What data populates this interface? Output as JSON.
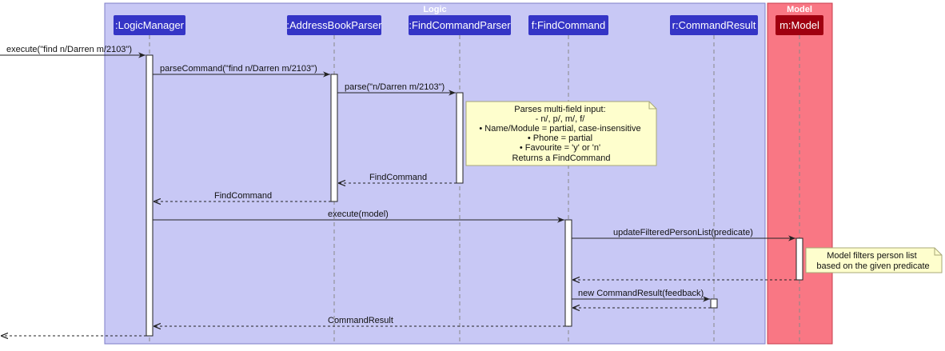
{
  "colors": {
    "logic_box_fill": "#c8c8f5",
    "logic_box_border": "#7e7ec8",
    "logic_title": "#ffffff",
    "model_box_fill": "#f97784",
    "model_box_border": "#c83c4c",
    "model_title": "#ffffff",
    "participant_logic": "#3535c6",
    "participant_model": "#a00010",
    "note_fill": "#fefecd",
    "note_border": "#a8a878",
    "lifeline": "#888888",
    "arrow": "#222222"
  },
  "boxes": {
    "logic_title": "Logic",
    "model_title": "Model"
  },
  "participants": {
    "logic_manager": ":LogicManager",
    "address_book_parser": ":AddressBookParser",
    "find_command_parser": ":FindCommandParser",
    "find_command": "f:FindCommand",
    "command_result": "r:CommandResult",
    "model": "m:Model"
  },
  "messages": {
    "m1": "execute(\"find n/Darren m/2103\")",
    "m2": "parseCommand(\"find n/Darren m/2103\")",
    "m3": "parse(\"n/Darren m/2103\")",
    "m4": "FindCommand",
    "m5": "FindCommand",
    "m6": "execute(model)",
    "m7": "updateFilteredPersonList(predicate)",
    "m9": "new CommandResult(feedback)",
    "m11": "CommandResult"
  },
  "notes": {
    "parser_note": [
      "Parses multi-field input:",
      "- n/, p/, m/, f/",
      "• Name/Module = partial, case-insensitive",
      "• Phone = partial",
      "• Favourite = 'y' or 'n'",
      "Returns a FindCommand"
    ],
    "model_note": [
      "Model filters person list",
      "based on the given predicate"
    ]
  }
}
